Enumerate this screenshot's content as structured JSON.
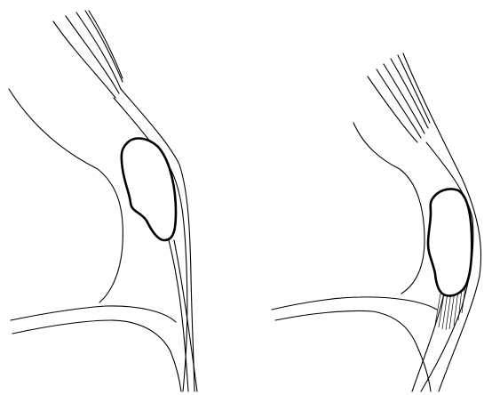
{
  "figure": {
    "panels": [
      {
        "id": "left",
        "structures": [
          "tendon-fibers",
          "femur-outline",
          "patella",
          "tendon-lines",
          "tibia-outline"
        ]
      },
      {
        "id": "right",
        "structures": [
          "tendon-fibers",
          "femur-outline",
          "patella",
          "tendon-lines",
          "tibia-outline",
          "hatched-region"
        ]
      }
    ],
    "colors": {
      "line": "#000000",
      "background": "#ffffff"
    }
  }
}
